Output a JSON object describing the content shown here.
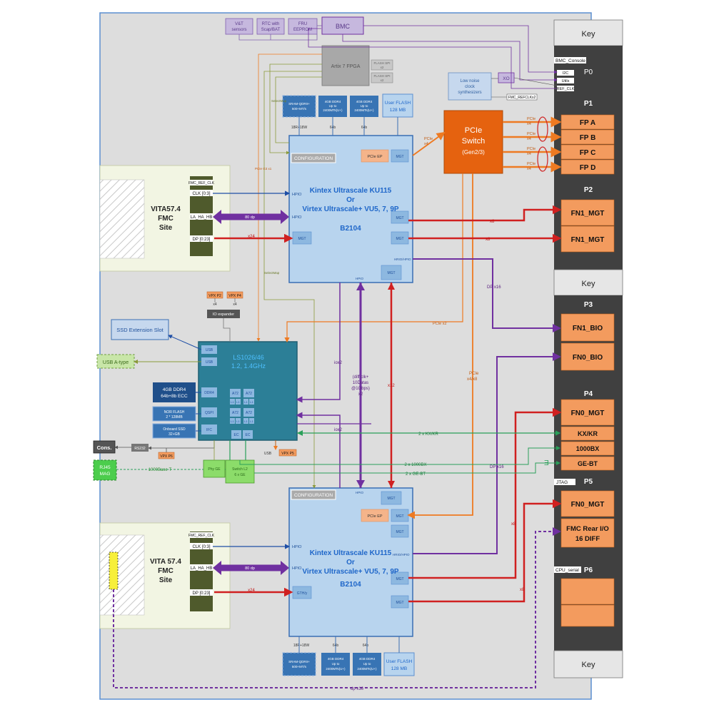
{
  "colors": {
    "board_bg": "#dddddd",
    "fpga_fill": "#b8d4ee",
    "fpga_text": "#1e66c9",
    "ddr_fill": "#3874b4",
    "orange": "#ee7a22",
    "purple": "#7030a0",
    "red": "#d02020",
    "green": "#2aa05a",
    "connector_dark": "#404040",
    "slot_fill": "#f39b5e",
    "soc_fill": "#2c7f97",
    "lavender": "#c6b8de",
    "olive": "#4f5a2c"
  },
  "top": {
    "vt_sensors": "V&T sensors",
    "rtc": "RTC with Scap/BAT",
    "fru": "FRU EEPROM",
    "bmc": "BMC",
    "artix": "Artix 7 FPGA",
    "flash_spi_1": "FLASH SPI x2",
    "flash_spi_2": "FLASH SPI x2",
    "xo": "XO",
    "clock_synth": "Low noise clock synthesizers",
    "fmc_refclk": "FMC_REFCLKx2",
    "selectmap_1": "SelectMap",
    "selectmap_2": "SelectMap",
    "pcie_g3": "PCIe G3 x1"
  },
  "memory": {
    "sram": "SRAM-QDRII+ 500+MT/s",
    "ddr4_a": "4GB DDR4 Up to 2400MTs(U+)",
    "ddr4_b": "4GB DDR4 Up to 2400MTs(U+)",
    "user_flash": "User FLASH 128 MB",
    "bus_18r": "18R+18W",
    "bus_64b_a": "64b",
    "bus_64b_b": "64b"
  },
  "fpga": {
    "configuration": "CONFIGURATION",
    "line1": "Kintex Ultrascale KU115",
    "line2": "Or",
    "line3": "Virtex Ultrascale+ VU5, 7, 9P",
    "line4": "B2104",
    "pcie_ep": "PCIe EP",
    "mgt": "MGT",
    "hpio": "HPIO",
    "hrio": "HRIO/HPIO",
    "gthy": "GTH/y"
  },
  "pcie_switch": {
    "title": "PCIe Switch",
    "gen": "(Gen2/3)",
    "x4": "PCIe x4",
    "link_x4": "PCIe x4",
    "x2": "PCIe x2",
    "x4x8": "PCIe x4/x8"
  },
  "fmc": {
    "title_line1": "VITA57.4",
    "title_line2": "FMC",
    "title_line3": "Site",
    "title2_line1": "VITA 57.4",
    "title2_line2": "FMC",
    "title2_line3": "Site",
    "ref_clk": "FMC_REF_CLK",
    "clk": "CLK [0:3]",
    "la_ha_hb": "LA_HA_HB",
    "dp": "DP [0:23]",
    "bus_80dp": "80 dp",
    "bus_x24": "x24"
  },
  "soc": {
    "name_line1": "LS1026/46",
    "name_line2": "1.2, 1.4GHz",
    "usb": "USB",
    "ddr4": "DDR4",
    "qspi": "QSPI",
    "ifc": "IFC",
    "a72": "A72",
    "l1": "L1",
    "ec": "EC"
  },
  "peripherals": {
    "vpx_p2": "VPX P2",
    "vpx_p4": "VPX P4",
    "x4": "x4",
    "io_expander": "IO expander",
    "ssd_slot": "SSD Extension Slot",
    "usb_a": "USB A-type",
    "ddr4_ecc": "4GB DDR4 64b+8b ECC",
    "nor_flash": "NOR FLASH 2 * 128MB",
    "onboard_ssd": "Onboard SSD 32+GB",
    "cons": "Cons.",
    "rs232": "RS232",
    "vpx_p6": "VPX P6",
    "vpx_p5": "VPX P5",
    "usb": "USB",
    "rj45": "RJ45 MAG",
    "base_t": "1000Base-T",
    "phy_ge": "Phy GE",
    "switch_l2": "Switch L2 6 x GE"
  },
  "links": {
    "x8": "x8",
    "x12": "x12",
    "iox2_a": "iox2",
    "iox2_b": "iox2",
    "diff_clk": "(diff clk+ 10Datas @1Gbps) x2",
    "dp_x16_a": "DP x16",
    "dp_x16_b": "DP x16",
    "dp_x16_c": "dp x16",
    "kx_kr": "2 x KX/KR",
    "b1000bx": "2 x 1000BX",
    "ge_bt": "2 x GE-BT"
  },
  "vpx": {
    "key": "Key",
    "bmc_console": "BMC_Console",
    "p0": "P0",
    "i2c": "I2C",
    "utils": "Utils",
    "ref_clk": "REF_CLK",
    "p1": "P1",
    "fpa": "FP A",
    "fpb": "FP B",
    "fpc": "FP C",
    "fpd": "FP D",
    "p2": "P2",
    "fn1_mgt": "FN1_MGT",
    "p3": "P3",
    "fn1_bio": "FN1_BIO",
    "fn0_bio": "FN0_BIO",
    "p4": "P4",
    "fn0_mgt": "FN0_MGT",
    "kx_kr": "KX/KR",
    "b1000bx": "1000BX",
    "ge_bt": "GE-BT",
    "p5": "P5",
    "jtag": "JTAG",
    "fmc_rear_line1": "FMC Rear I/O",
    "fmc_rear_line2": "16 DIFF",
    "p6": "P6",
    "cpu_serial": "CPU_serial"
  }
}
